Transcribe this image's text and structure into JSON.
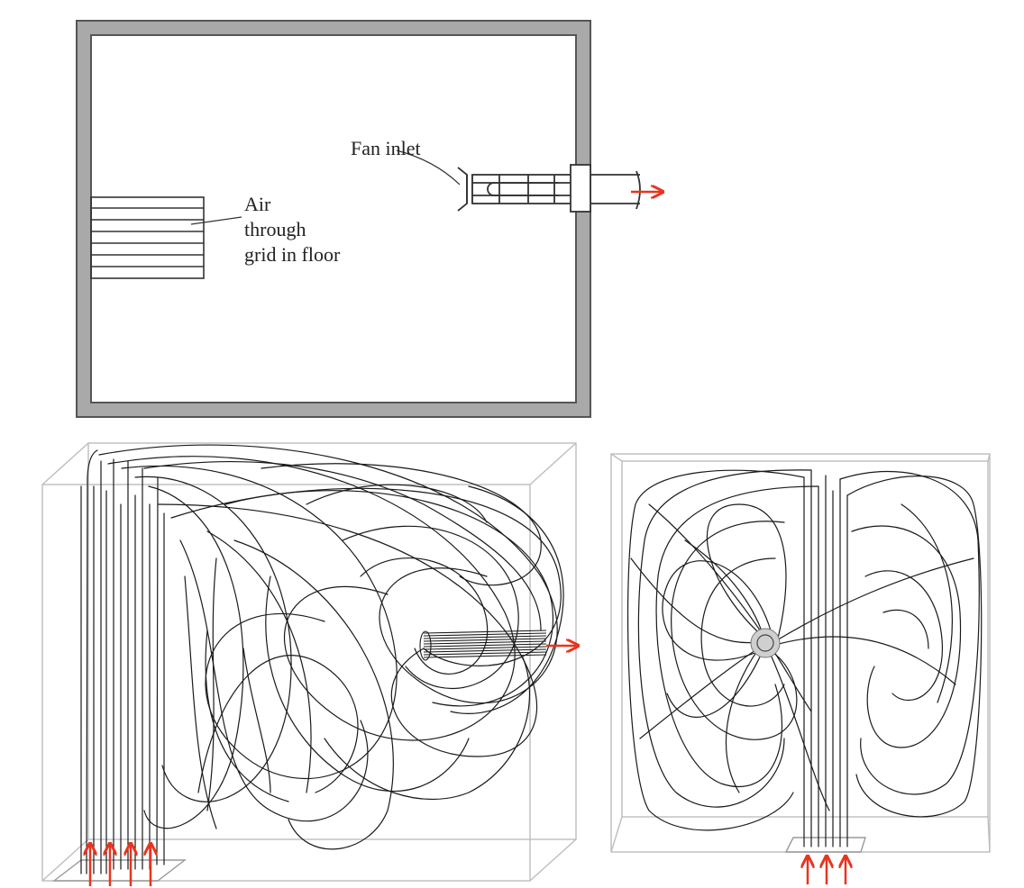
{
  "plan_view": {
    "fan_label": "Fan inlet",
    "grid_label_lines": [
      "Air",
      "through",
      "grid in floor"
    ]
  },
  "colors": {
    "arrow": "#e8341f",
    "wall": "#a9a9a9",
    "outline": "#333333",
    "streamline": "#1a1a1a",
    "box_edge": "#bdbdbd"
  }
}
